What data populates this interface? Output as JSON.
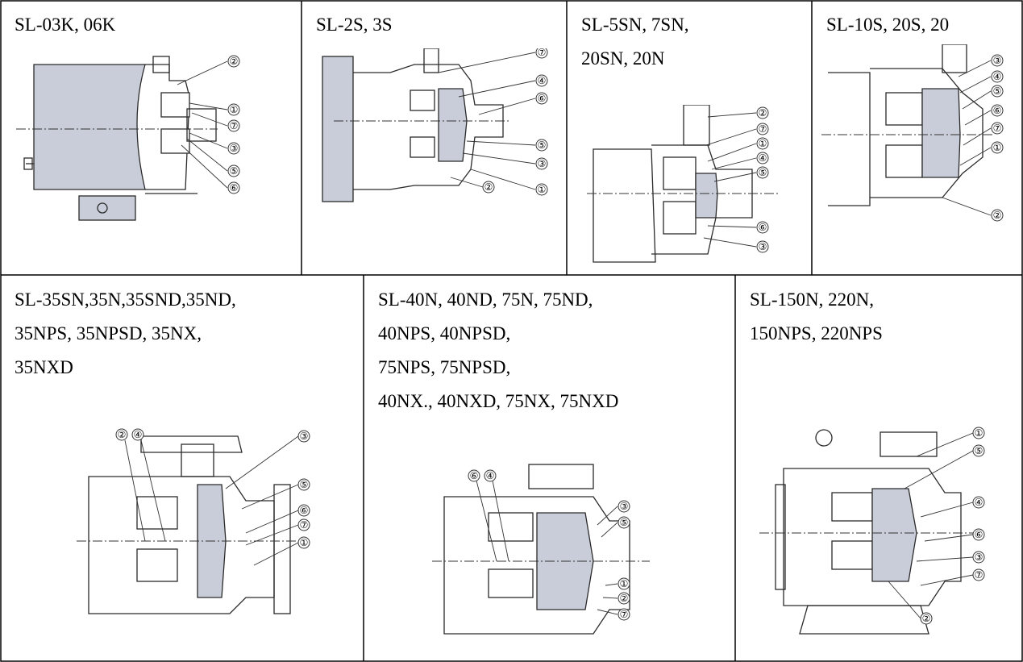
{
  "cells": [
    {
      "id": "sl-03k",
      "title": "SL-03K, 06K",
      "callouts": [
        "②",
        "①",
        "⑦",
        "③",
        "⑤",
        "⑥"
      ]
    },
    {
      "id": "sl-2s",
      "title": "SL-2S, 3S",
      "callouts": [
        "⑦",
        "④",
        "⑥",
        "⑤",
        "③",
        "②",
        "①"
      ]
    },
    {
      "id": "sl-5sn",
      "title": "SL-5SN, 7SN,\n20SN, 20N",
      "callouts": [
        "②",
        "⑦",
        "①",
        "④",
        "⑤",
        "⑥",
        "③"
      ]
    },
    {
      "id": "sl-10s",
      "title": "SL-10S, 20S, 20",
      "callouts": [
        "③",
        "④",
        "⑤",
        "⑥",
        "⑦",
        "①",
        "②"
      ]
    },
    {
      "id": "sl-35sn",
      "title": "SL-35SN,35N,35SND,35ND,\n35NPS, 35NPSD, 35NX,\n35NXD",
      "callouts": [
        "②",
        "④",
        "③",
        "⑤",
        "⑥",
        "⑦",
        "①"
      ]
    },
    {
      "id": "sl-40n",
      "title": "SL-40N, 40ND, 75N, 75ND,\n40NPS, 40NPSD,\n75NPS, 75NPSD,\n40NX., 40NXD, 75NX, 75NXD",
      "callouts": [
        "⑥",
        "④",
        "③",
        "⑤",
        "①",
        "②",
        "⑦"
      ]
    },
    {
      "id": "sl-150n",
      "title": "SL-150N, 220N,\n150NPS, 220NPS",
      "callouts": [
        "①",
        "⑤",
        "④",
        "⑥",
        "③",
        "⑦",
        "②"
      ]
    }
  ]
}
